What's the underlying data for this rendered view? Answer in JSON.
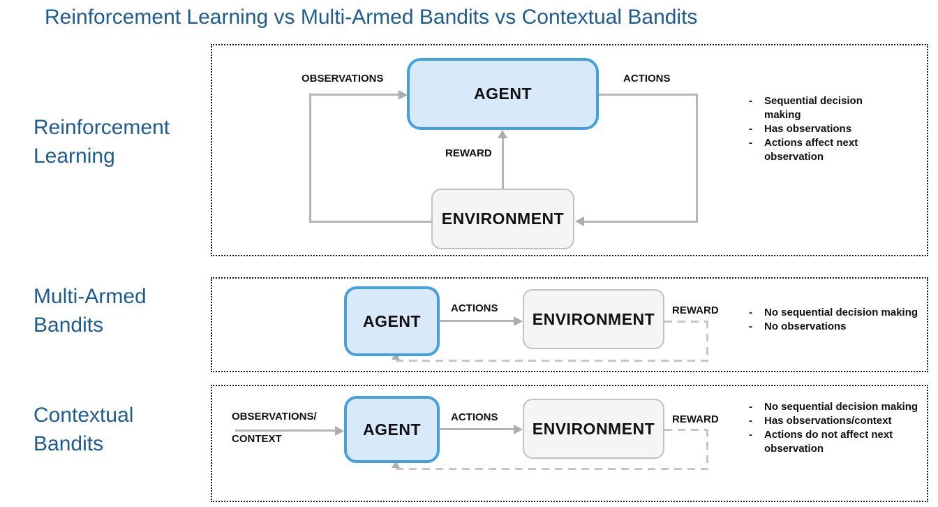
{
  "title": "Reinforcement Learning vs Multi-Armed Bandits vs Contextual Bandits",
  "colors": {
    "heading-blue": "#1e5c8e",
    "agent-fill": "#d8eafa",
    "agent-border": "#45a1de",
    "env-fill": "#f5f5f5",
    "env-border": "#c2c2c2",
    "line-gray": "#b5b5b5",
    "dash-gray": "#c6c6c6",
    "arrow-gray": "#adadad"
  },
  "sections": [
    {
      "label": "Reinforcement Learning",
      "agent_label": "AGENT",
      "env_label": "ENVIRONMENT",
      "labels": {
        "observations": "OBSERVATIONS",
        "actions": "ACTIONS",
        "reward": "REWARD"
      },
      "bullets": [
        "Sequential decision making",
        "Has observations",
        "Actions affect next observation"
      ]
    },
    {
      "label": "Multi-Armed Bandits",
      "agent_label": "AGENT",
      "env_label": "ENVIRONMENT",
      "labels": {
        "actions": "ACTIONS",
        "reward": "REWARD"
      },
      "bullets": [
        "No sequential decision making",
        "No observations"
      ]
    },
    {
      "label": "Contextual Bandits",
      "agent_label": "AGENT",
      "env_label": "ENVIRONMENT",
      "labels": {
        "observations_line1": "OBSERVATIONS/",
        "observations_line2": "CONTEXT",
        "actions": "ACTIONS",
        "reward": "REWARD"
      },
      "bullets": [
        "No sequential decision making",
        "Has observations/context",
        "Actions do not affect next observation"
      ]
    }
  ]
}
